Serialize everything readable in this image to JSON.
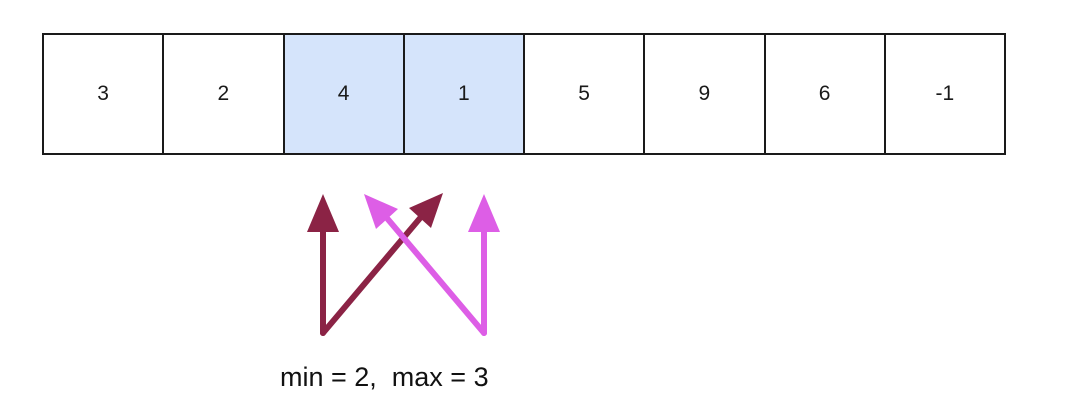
{
  "array": {
    "cells": [
      {
        "value": "3",
        "highlighted": false
      },
      {
        "value": "2",
        "highlighted": false
      },
      {
        "value": "4",
        "highlighted": true
      },
      {
        "value": "1",
        "highlighted": true
      },
      {
        "value": "5",
        "highlighted": false
      },
      {
        "value": "9",
        "highlighted": false
      },
      {
        "value": "6",
        "highlighted": false
      },
      {
        "value": "-1",
        "highlighted": false
      }
    ],
    "highlight_color": "#d5e4fb",
    "border_color": "#1a1a1a"
  },
  "arrows": {
    "min_color": "#8b2345",
    "max_color": "#dd5ee6"
  },
  "caption": "min = 2,  max = 3"
}
